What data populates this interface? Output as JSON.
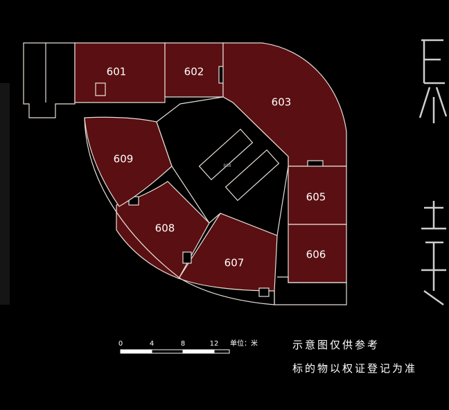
{
  "floor_plan": {
    "units": [
      {
        "id": "601",
        "label": "601"
      },
      {
        "id": "602",
        "label": "602"
      },
      {
        "id": "603",
        "label": "603"
      },
      {
        "id": "605",
        "label": "605"
      },
      {
        "id": "606",
        "label": "606"
      },
      {
        "id": "607",
        "label": "607"
      },
      {
        "id": "608",
        "label": "608"
      },
      {
        "id": "609",
        "label": "609"
      }
    ],
    "colors": {
      "unit_fill": "#5a0f12",
      "line": "#e8e0d8",
      "background": "#000000"
    }
  },
  "scale": {
    "ticks": [
      "0",
      "4",
      "8",
      "12"
    ],
    "unit_label": "单位：米"
  },
  "notes": {
    "line1": "示意图仅供参考",
    "line2": "标的物以权证登记为准"
  }
}
